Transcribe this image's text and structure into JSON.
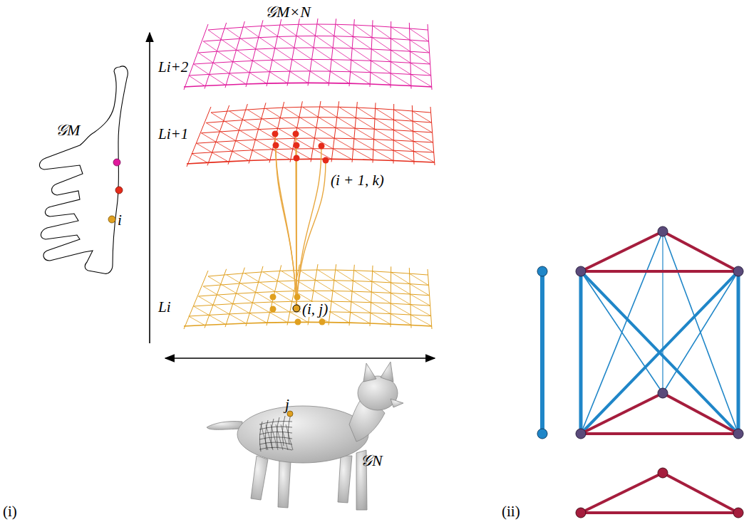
{
  "diagram": {
    "labels": [
      "𝒢M×N",
      "Li+2",
      "Li+1",
      "Li",
      "𝒢M",
      "i",
      "(i + 1, k)",
      "(i, j)",
      "j",
      "𝒢N",
      "(i)",
      "(ii)"
    ]
  }
}
